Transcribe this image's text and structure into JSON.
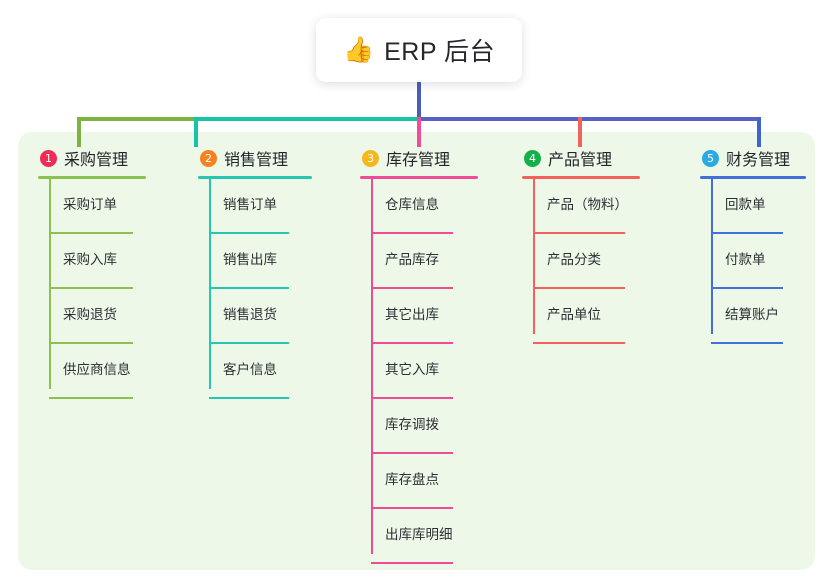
{
  "root": {
    "icon": "thumbs-up-emoji",
    "emoji": "👍",
    "title": "ERP 后台"
  },
  "colors": {
    "panel_bg": "#eef8e9",
    "root_stem": "#4a5cbe",
    "wire_green": "#7cb342",
    "wire_teal": "#17c4a6",
    "wire_purple": "#5663c4",
    "wire_pink": "#ef4d96",
    "wire_red": "#f4625e",
    "wire_blue": "#3f63d2"
  },
  "branches": [
    {
      "index": "1",
      "title": "采购管理",
      "badge_color": "#ef2b56",
      "line_color": "#8cc152",
      "items": [
        "采购订单",
        "采购入库",
        "采购退货",
        "供应商信息"
      ]
    },
    {
      "index": "2",
      "title": "销售管理",
      "badge_color": "#f5821f",
      "line_color": "#26c6b0",
      "items": [
        "销售订单",
        "销售出库",
        "销售退货",
        "客户信息"
      ]
    },
    {
      "index": "3",
      "title": "库存管理",
      "badge_color": "#f5b81c",
      "line_color": "#ee4d96",
      "items": [
        "仓库信息",
        "产品库存",
        "其它出库",
        "其它入库",
        "库存调拨",
        "库存盘点",
        "出库库明细"
      ]
    },
    {
      "index": "4",
      "title": "产品管理",
      "badge_color": "#17ae4c",
      "line_color": "#f4605c",
      "items": [
        "产品（物料）",
        "产品分类",
        "产品单位"
      ]
    },
    {
      "index": "5",
      "title": "财务管理",
      "badge_color": "#29abe2",
      "line_color": "#4070d8",
      "items": [
        "回款单",
        "付款单",
        "结算账户"
      ]
    }
  ]
}
